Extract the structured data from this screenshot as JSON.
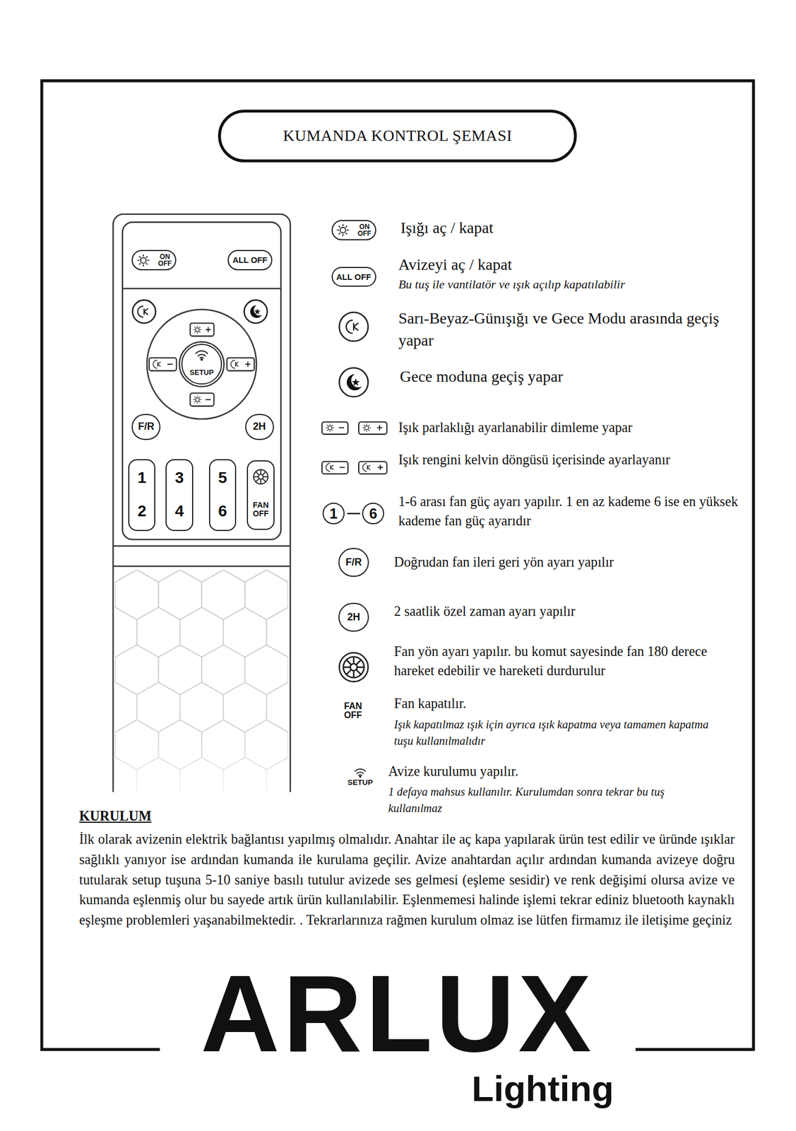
{
  "diagram": {
    "title": "KUMANDA KONTROL ŞEMASI",
    "nodes": [
      {
        "text": [
          "ON OFF"
        ]
      },
      {
        "text": [
          "ALL OFF"
        ]
      },
      {
        "text": [
          "SETUP"
        ]
      },
      {
        "text": [
          "F/R"
        ]
      },
      {
        "text": [
          "2H"
        ]
      },
      {
        "text": [
          "1 2"
        ]
      },
      {
        "text": [
          "3 4"
        ]
      },
      {
        "text": [
          "5 6"
        ]
      },
      {
        "text": [
          "FAN OFF"
        ]
      },
      {
        "text": [
          "ON OFF"
        ]
      },
      {
        "text": [
          "ALL OFF"
        ]
      },
      {
        "text": [
          "1"
        ]
      },
      {
        "text": [
          "6"
        ]
      },
      {
        "text": [
          "F/R"
        ]
      },
      {
        "text": [
          "2H"
        ]
      }
    ],
    "labels": [
      "Işığı aç / kapat",
      "Avizeyi aç / kapat",
      "Bu tuş ile vantilatör ve ışık açılıp kapatılabilir",
      "Sarı-Beyaz-Günışığı ve Gece Modu arasında geçiş yapar",
      "Gece moduna geçiş yapar",
      "Işık parlaklığı ayarlanabilir dimleme yapar",
      "Işık rengini kelvin döngüsü içerisinde ayarlayanır",
      "1-6 arası fan güç ayarı yapılır. 1 en az kademe 6 ise en yüksek kademe fan güç ayarıdır",
      "Doğrudan fan ileri geri yön ayarı yapılır",
      "2 saatlik özel zaman ayarı yapılır",
      "Fan yön ayarı yapılır. bu komut sayesinde fan 180 derece hareket edebilir ve hareketi durdurulur",
      "FAN OFF",
      "Fan kapatılır.",
      "Işık kapatılmaz ışık için ayrıca ışık kapatma veya tamamen kapatma tuşu kullanılmalıdır",
      "SETUP",
      "Avize kurulumu yapılır.",
      "1 defaya mahsus kullanılır. Kurulumdan sonra tekrar bu tuş kullanılmaz",
      "KURULUM",
      "İlk olarak avizenin elektrik bağlantısı yapılmış olmalıdır. Anahtar ile aç kapa yapılarak ürün test edilir ve üründe ışıklar sağlıklı yanıyor ise ardından kumanda ile kurulama geçilir. Avize anahtardan açılır ardından kumanda avizeye doğru tutularak setup tuşuna 5-10 saniye basılı tutulur avizede ses gelmesi (eşleme sesidir) ve renk değişimi olursa avize ve kumanda eşlenmiş olur bu sayede artık ürün kullanılabilir. Eşlenmemesi halinde işlemi tekrar ediniz bluetooth kaynaklı eşleşme problemleri yaşanabilmektedir. . Tekrarlarınıza rağmen kurulum olmaz ise lütfen firmamız ile iletişime geçiniz",
      "ARLUX",
      "Lighting"
    ]
  }
}
